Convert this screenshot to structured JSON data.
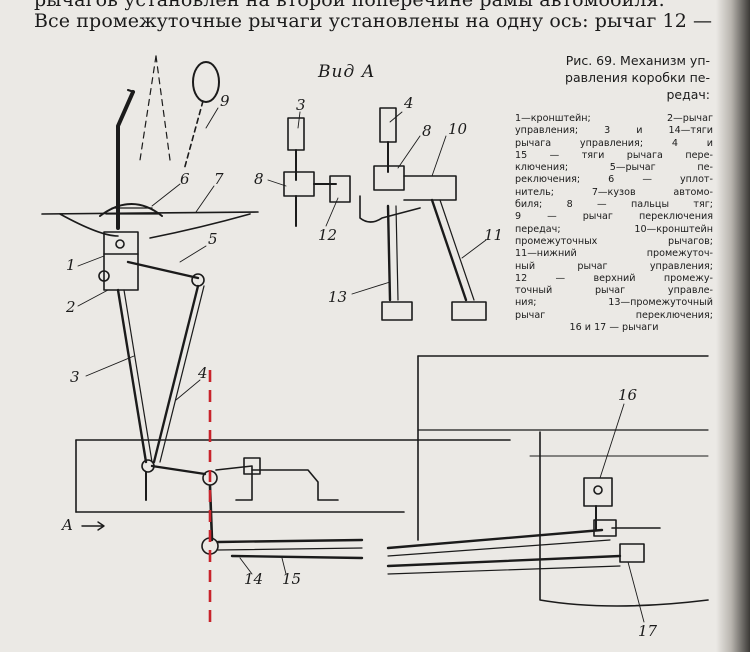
{
  "text": {
    "line1": "рычагов установлен на второй поперечине рамы автомобиля.",
    "line2": "Все промежуточные рычаги установлены на одну ось: рычаг 12 —"
  },
  "caption": {
    "title": "Рис. 69. Механизм уп-равления коробки пе-редач:",
    "title_lines": [
      "Рис. 69. Механизм уп-",
      "равления коробки пе-",
      "редач:"
    ],
    "legend_lines": [
      "1—кронштейн; 2—рычаг",
      "управления; 3 и 14—тяги",
      "рычага управления; 4 и",
      "15 — тяги рычага пере-",
      "ключения; 5—рычаг пе-",
      "реключения; 6 — уплот-",
      "нитель; 7—кузов автомо-",
      "биля; 8 — пальцы тяг;",
      "9 — рычаг переключения",
      "передач; 10—кронштейн",
      "промежуточных рычагов;",
      "11—нижний промежуточ-",
      "ный рычаг управления;",
      "12 — верхний промежу-",
      "точный рычаг управле-",
      "ния; 13—промежуточный",
      "рычаг переключения;",
      "16 и 17 — рычаги"
    ]
  },
  "view_label": "Вид А",
  "labels": {
    "main": [
      "1",
      "2",
      "3",
      "4",
      "5",
      "6",
      "7",
      "9",
      "14",
      "15"
    ],
    "view_a": [
      "3",
      "4",
      "8",
      "8",
      "10",
      "11",
      "12",
      "13"
    ],
    "right_view": [
      "16",
      "17"
    ],
    "arrow_a": "A"
  },
  "colors": {
    "paper": "#ebe9e5",
    "ink": "#1b1b1b",
    "dashed_axis": "#c8232b"
  }
}
